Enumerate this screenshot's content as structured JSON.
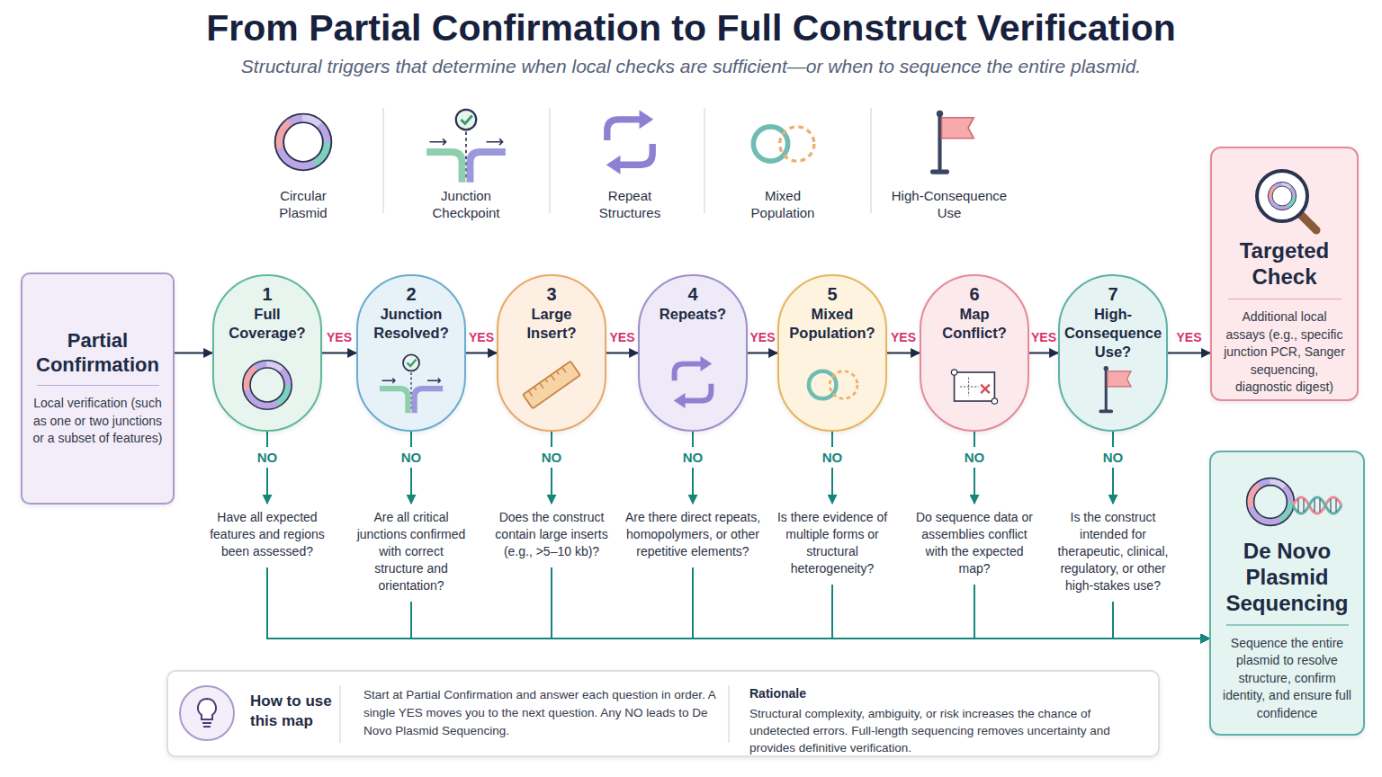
{
  "diagram": {
    "title": "From Partial Confirmation to Full Construct Verification",
    "caption": "Structural triggers that determine when local checks are sufficient—or when to sequence the entire plasmid.",
    "nodes": [
      {
        "text": [
          "Partial Confirmation",
          "Local verification (such as one or two junctions or a subset of features)"
        ]
      },
      {
        "text": [
          "1",
          "Full Coverage?"
        ]
      },
      {
        "text": [
          "2",
          "Junction Resolved?"
        ]
      },
      {
        "text": [
          "3",
          "Large Insert?"
        ]
      },
      {
        "text": [
          "4",
          "Repeats?"
        ]
      },
      {
        "text": [
          "5",
          "Mixed Population?"
        ]
      },
      {
        "text": [
          "6",
          "Map Conflict?"
        ]
      },
      {
        "text": [
          "7",
          "High-Consequence Use?"
        ]
      },
      {
        "text": [
          "Targeted Check",
          "Additional local assays (e.g., specific junction PCR, Sanger sequencing, diagnostic digest)"
        ]
      },
      {
        "text": [
          "De Novo Plasmid Sequencing",
          "Sequence the entire plasmid to resolve structure, confirm identity, and ensure full confidence"
        ]
      },
      {
        "text": [
          "How to use this map",
          "Start at Partial Confirmation and answer each question in order. A single YES moves you to the next question. Any NO leads to De Novo Plasmid Sequencing.",
          "Rationale",
          "Structural complexity, ambiguity, or risk increases the chance of undetected errors. Full-length sequencing removes uncertainty and provides definitive verification."
        ]
      }
    ],
    "edges": [
      {
        "from": 0,
        "to": 1,
        "arrow": "to"
      },
      {
        "from": 1,
        "to": 2,
        "label": "YES",
        "arrow": "to"
      },
      {
        "from": 2,
        "to": 3,
        "label": "YES",
        "arrow": "to"
      },
      {
        "from": 3,
        "to": 4,
        "label": "YES",
        "arrow": "to"
      },
      {
        "from": 4,
        "to": 5,
        "label": "YES",
        "arrow": "to"
      },
      {
        "from": 5,
        "to": 6,
        "label": "YES",
        "arrow": "to"
      },
      {
        "from": 6,
        "to": 7,
        "label": "YES",
        "arrow": "to"
      },
      {
        "from": 7,
        "to": 8,
        "label": "YES",
        "arrow": "to"
      },
      {
        "from": 1,
        "to": 9,
        "label": "NO",
        "arrow": "to"
      },
      {
        "from": 2,
        "to": 9,
        "label": "NO",
        "arrow": "to"
      },
      {
        "from": 3,
        "to": 9,
        "label": "NO",
        "arrow": "to"
      },
      {
        "from": 4,
        "to": 9,
        "label": "NO",
        "arrow": "to"
      },
      {
        "from": 5,
        "to": 9,
        "label": "NO",
        "arrow": "to"
      },
      {
        "from": 6,
        "to": 9,
        "label": "NO",
        "arrow": "to"
      },
      {
        "from": 7,
        "to": 9,
        "label": "NO",
        "arrow": "to"
      }
    ],
    "labels": [
      "Circular Plasmid",
      "Junction Checkpoint",
      "Repeat Structures",
      "Mixed Population",
      "High-Consequence Use",
      "Have all expected features and regions been assessed?",
      "Are all critical junctions confirmed with correct structure and orientation?",
      "Does the construct contain large inserts (e.g., >5–10 kb)?",
      "Are there direct repeats, homopolymers, or other repetitive elements?",
      "Is there evidence of multiple forms or structural heterogeneity?",
      "Do sequence data or assemblies conflict with the expected map?",
      "Is the construct intended for therapeutic, clinical, regulatory, or other high-stakes use?"
    ]
  }
}
